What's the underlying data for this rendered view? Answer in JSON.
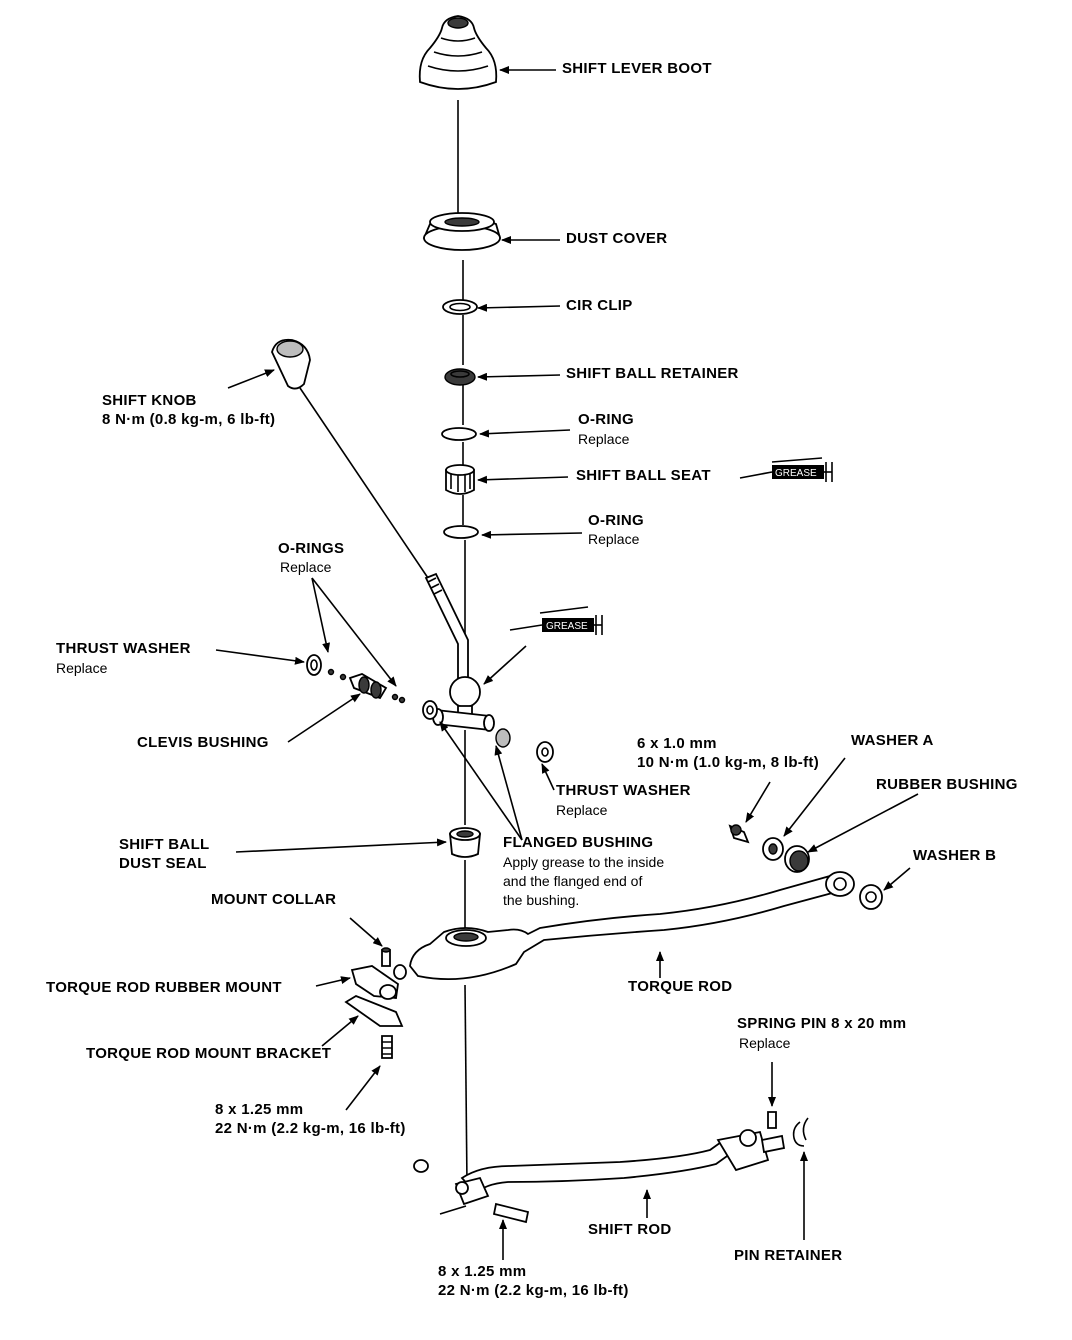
{
  "labels": {
    "shift_lever_boot": "SHIFT LEVER BOOT",
    "dust_cover": "DUST COVER",
    "cir_clip": "CIR CLIP",
    "shift_ball_retainer": "SHIFT BALL RETAINER",
    "o_ring_1": "O-RING",
    "o_ring_1_note": "Replace",
    "shift_ball_seat": "SHIFT BALL SEAT",
    "o_ring_2": "O-RING",
    "o_ring_2_note": "Replace",
    "shift_knob": "SHIFT KNOB",
    "shift_knob_torque": "8 N·m (0.8 kg-m, 6 lb-ft)",
    "o_rings": "O-RINGS",
    "o_rings_note": "Replace",
    "thrust_washer_left": "THRUST WASHER",
    "thrust_washer_left_note": "Replace",
    "clevis_bushing": "CLEVIS BUSHING",
    "thrust_washer_right": "THRUST WASHER",
    "thrust_washer_right_note": "Replace",
    "bolt_6x1": "6 x 1.0 mm",
    "bolt_6x1_torque": "10 N·m (1.0 kg-m, 8 lb-ft)",
    "washer_a": "WASHER A",
    "rubber_bushing": "RUBBER BUSHING",
    "washer_b": "WASHER B",
    "shift_ball_dust_seal_1": "SHIFT BALL",
    "shift_ball_dust_seal_2": "DUST SEAL",
    "flanged_bushing": "FLANGED BUSHING",
    "flanged_bushing_note_1": "Apply grease to the inside",
    "flanged_bushing_note_2": "and the flanged end of",
    "flanged_bushing_note_3": "the bushing.",
    "mount_collar": "MOUNT COLLAR",
    "torque_rod_rubber_mount": "TORQUE ROD RUBBER MOUNT",
    "torque_rod": "TORQUE ROD",
    "torque_rod_mount_bracket": "TORQUE ROD MOUNT BRACKET",
    "spring_pin": "SPRING PIN 8 x 20 mm",
    "spring_pin_note": "Replace",
    "bolt_8x125_top": "8 x 1.25 mm",
    "bolt_8x125_top_torque": "22 N·m (2.2 kg-m, 16 lb-ft)",
    "shift_rod": "SHIFT ROD",
    "pin_retainer": "PIN RETAINER",
    "bolt_8x125_bottom": "8 x 1.25 mm",
    "bolt_8x125_bottom_torque": "22 N·m (2.2 kg-m, 16 lb-ft)",
    "grease_1": "GREASE",
    "grease_2": "GREASE"
  },
  "icons": {
    "grease_gun": "grease-gun-icon"
  },
  "colors": {
    "ink": "#000000",
    "background": "#ffffff"
  }
}
